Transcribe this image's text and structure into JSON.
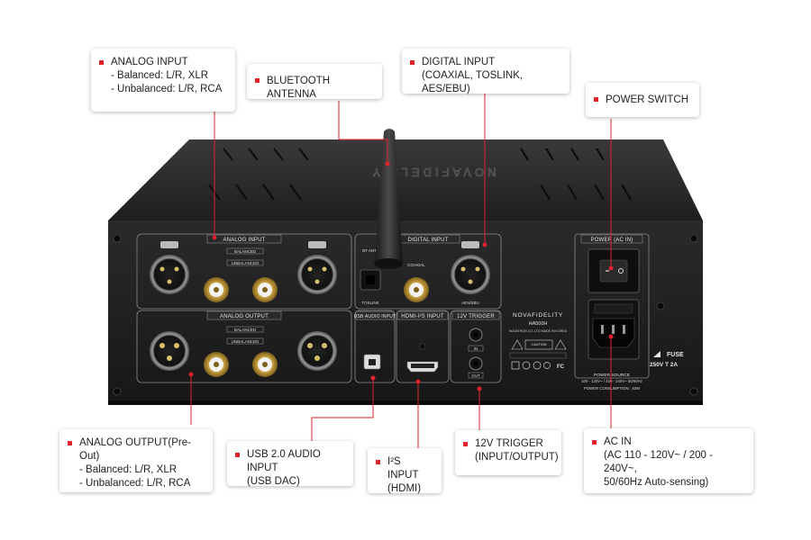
{
  "accent_color": "#e0222a",
  "callouts": {
    "analog_input": {
      "title": "ANALOG INPUT",
      "lines": [
        "- Balanced: L/R, XLR",
        "- Unbalanced: L/R, RCA"
      ]
    },
    "bluetooth": {
      "title": "BLUETOOTH ANTENNA",
      "lines": []
    },
    "digital_input": {
      "title": "DIGITAL INPUT",
      "lines": [
        "(COAXIAL, TOSLINK, AES/EBU)"
      ]
    },
    "power_switch": {
      "title": "POWER SWITCH",
      "lines": []
    },
    "analog_output": {
      "title": "ANALOG OUTPUT(Pre-Out)",
      "lines": [
        "- Balanced: L/R, XLR",
        "- Unbalanced: L/R, RCA"
      ]
    },
    "usb_input": {
      "title": "USB 2.0 AUDIO INPUT",
      "lines": [
        "(USB DAC)"
      ]
    },
    "i2s_input": {
      "title": "I²S INPUT",
      "lines": [
        "(HDMI)"
      ]
    },
    "trigger": {
      "title": "12V TRIGGER",
      "lines": [
        "(INPUT/OUTPUT)"
      ]
    },
    "ac_in": {
      "title": "AC IN",
      "lines": [
        "(AC 110 - 120V~ / 200 - 240V~,",
        "50/60Hz Auto-sensing)"
      ]
    }
  },
  "device": {
    "brand_top": "NOVAFIDELITY",
    "panel_labels": {
      "analog_input": "ANALOG INPUT",
      "digital_input": "DIGITAL INPUT",
      "analog_output": "ANALOG OUTPUT",
      "usb_audio_input": "USB AUDIO INPUT",
      "hdmi_i2s_input": "HDMI-I²S INPUT",
      "trigger_12v": "12V TRIGGER",
      "power_ac_in": "POWER (AC IN)"
    },
    "small_labels": {
      "balanced": "BALANCED",
      "unbalanced": "UNBALANCED",
      "optical": "TOSLINK",
      "coaxial": "COAXIAL",
      "aes_ebu": "AES/EBU",
      "bt_ant": "BT ANT",
      "trig_in": "IN",
      "trig_out": "OUT"
    },
    "brand_label": "NOVAFIDELITY",
    "model": "HA500H",
    "maker_line": "NOVATRON CO.,LTD  MADE IN KOREA",
    "caution": "CAUTION",
    "fuse": "FUSE",
    "fuse_rating": "250V T 2A",
    "power_source_title": "POWER SOURCE",
    "power_source_value": "100 - 120V~ / 220 - 240V~ 50/60Hz",
    "power_consumption": "POWER CONSUMPTION : 40W"
  }
}
